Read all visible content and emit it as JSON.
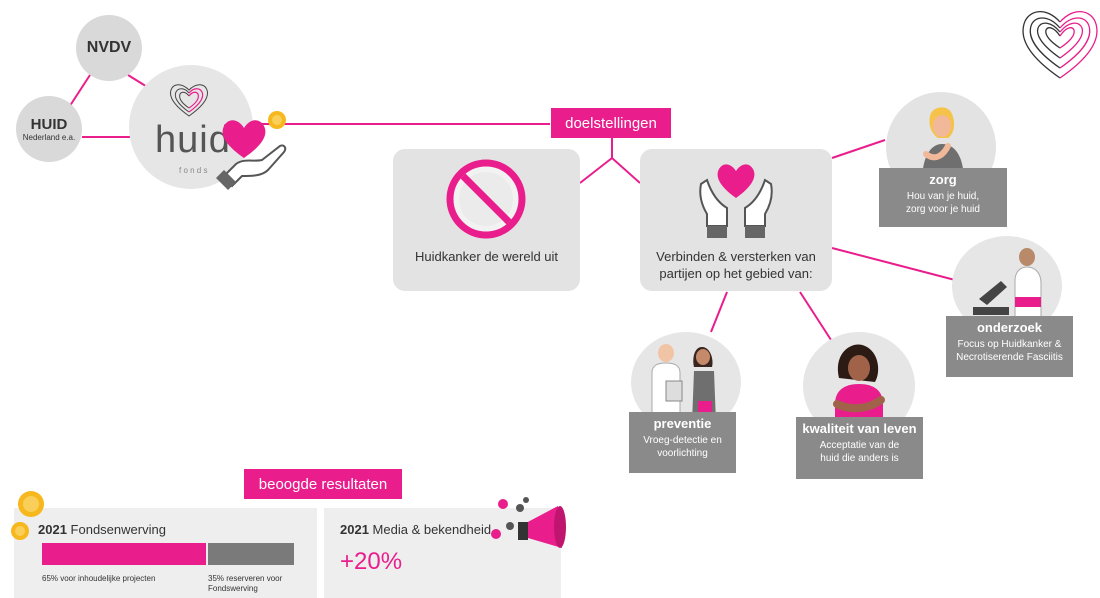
{
  "nodes": {
    "nvdv": "NVDV",
    "huid_ne": "HUID",
    "huid_ne_sub": "Nederland e.a.",
    "logo_word": "huid",
    "logo_sub": "f o n d s"
  },
  "doelstellingen": {
    "title": "doelstellingen",
    "goal1": "Huidkanker de wereld uit",
    "goal2": "Verbinden & versterken van partijen op het gebied van:"
  },
  "themes": {
    "zorg": {
      "title": "zorg",
      "desc": "Hou van je huid, zorg voor je huid"
    },
    "onderzoek": {
      "title": "onderzoek",
      "desc": "Focus op Huidkanker & Necrotiserende Fasciitis"
    },
    "preventie": {
      "title": "preventie",
      "desc": "Vroeg-detectie en voorlichting"
    },
    "kwaliteit": {
      "title": "kwaliteit van leven",
      "desc": "Acceptatie van de huid die anders is"
    }
  },
  "resultaten": {
    "title": "beoogde resultaten",
    "fondsen": {
      "year": "2021",
      "label": "Fondsenwerving",
      "bar_left": "65% voor inhoudelijke projecten",
      "bar_right": "35% reserveren voor Fondswerving",
      "share_projects": 0.65,
      "share_reserve": 0.35
    },
    "media": {
      "year": "2021",
      "label": "Media & bekendheid",
      "value": "+20%"
    }
  },
  "colors": {
    "accent": "#e91e8c",
    "grey": "#8a8a8a",
    "card": "#e3e3e3"
  },
  "icons": [
    "fingerprint-heart-icon",
    "heart-hand-icon",
    "no-sign-icon",
    "heart-hands-icon",
    "coin-icon",
    "megaphone-icon"
  ]
}
